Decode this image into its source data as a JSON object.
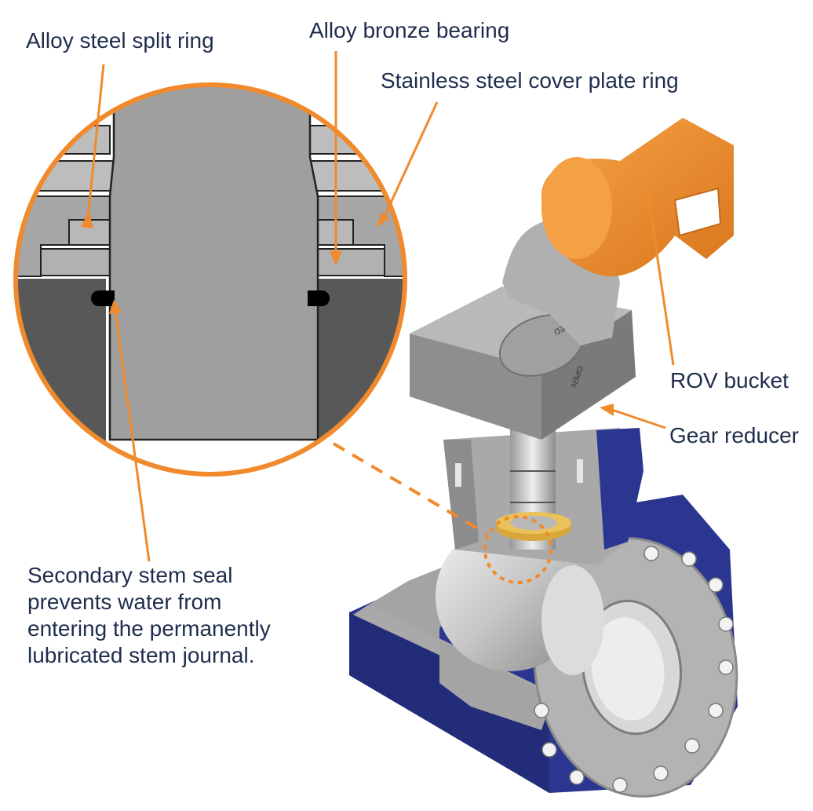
{
  "colors": {
    "callout": "#f08a2c",
    "text": "#1f2d4d",
    "body_blue": "#2b3690",
    "steel_light": "#bdbdbd",
    "steel_mid": "#9d9d9d",
    "steel_dark": "#6f6f6f",
    "bronze": "#d9a838",
    "rov_orange": "#e9892a"
  },
  "labels": {
    "split_ring": "Alloy steel split ring",
    "bronze_bearing": "Alloy bronze bearing",
    "cover_plate": "Stainless steel cover plate ring",
    "rov_bucket": "ROV bucket",
    "gear_reducer": "Gear reducer",
    "secondary_seal": [
      "Secondary stem seal",
      "prevents water from",
      "entering the permanently",
      "lubricated stem journal."
    ]
  },
  "gear_cover": {
    "marks": [
      "CLOSED",
      "OPEN"
    ]
  }
}
